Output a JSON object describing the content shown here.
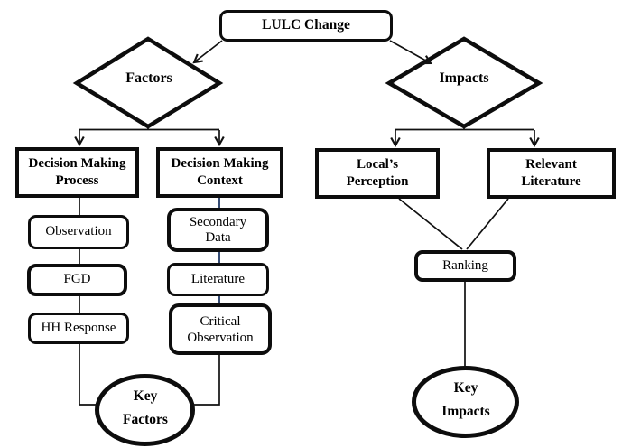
{
  "diagram": {
    "title_node": "LULC Change",
    "factors_branch": {
      "diamond": "Factors",
      "process_box": "Decision Making Process",
      "context_box": "Decision Making Context",
      "process_steps": [
        "Observation",
        "FGD",
        "HH Response"
      ],
      "context_steps": [
        "Secondary Data",
        "Literature",
        "Critical Observation"
      ],
      "outcome": "Key Factors"
    },
    "impacts_branch": {
      "diamond": "Impacts",
      "perception_box": "Local’s Perception",
      "literature_box": "Relevant Literature",
      "ranking_box": "Ranking",
      "outcome": "Key Impacts"
    },
    "colors": {
      "background": "#ffffff",
      "shape_border": "#0d0d0d",
      "line": "#111111",
      "connector_accent": "#1f3864",
      "text": "#000000"
    }
  }
}
